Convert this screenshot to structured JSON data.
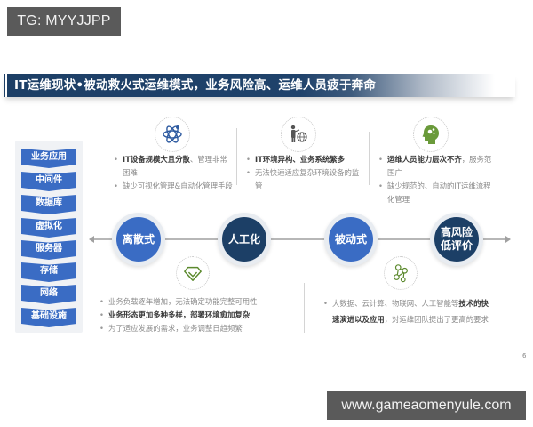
{
  "watermarks": {
    "top": "TG: MYYJJPP",
    "bottom": "www.gameaomenyule.com"
  },
  "slide": {
    "title": "IT运维现状•被动救火式运维模式，业务风险高、运维人员疲于奔命",
    "page_number": "6",
    "colors": {
      "title_bar": "#1d3f66",
      "light_blue": "#3a6cc4",
      "dark_blue": "#1c3f66",
      "icon_blue": "#2d5aa0",
      "icon_green": "#6a9a3a"
    },
    "stack": {
      "items": [
        "业务应用",
        "中间件",
        "数据库",
        "虚拟化",
        "服务器",
        "存储",
        "网络",
        "基础设施"
      ]
    },
    "timeline": {
      "nodes": [
        {
          "label": "离散式",
          "style": "light"
        },
        {
          "label": "人工化",
          "style": "dark"
        },
        {
          "label": "被动式",
          "style": "light"
        },
        {
          "label_line1": "高风险",
          "label_line2": "低评价",
          "style": "dark"
        }
      ]
    },
    "top_cards": [
      {
        "icon": "atom-icon",
        "bullets": [
          {
            "bold": "IT设备规模大且分散",
            "normal": "、管理非常困难"
          },
          {
            "bold": "",
            "normal": "缺少可视化管理&自动化管理手段"
          }
        ]
      },
      {
        "icon": "presenter-globe-icon",
        "bullets": [
          {
            "bold": "IT环境异构、业务系统繁多",
            "normal": ""
          },
          {
            "bold": "",
            "normal": "无法快速适应复杂环境设备的监管"
          }
        ]
      },
      {
        "icon": "head-brain-icon",
        "bullets": [
          {
            "bold": "运维人员能力层次不齐",
            "normal": "，服务范围广"
          },
          {
            "bold": "",
            "normal": "缺少规范的、自动的IT运维流程化管理"
          }
        ]
      }
    ],
    "bottom_cards": [
      {
        "icon": "diamond-icon",
        "bullets": [
          {
            "bold": "",
            "normal": "业务负载逐年增加，无法确定功能完整可用性"
          },
          {
            "bold": "业务形态更加多种多样，部署环境愈加复杂",
            "normal": ""
          },
          {
            "bold": "",
            "normal": "为了适应发展的需求，业务调整日趋频繁"
          }
        ]
      },
      {
        "icon": "molecule-network-icon",
        "bullets": [
          {
            "normal_pre": "大数据、云计算、物联网、人工智能等",
            "bold": "技术的快速演进以及应用",
            "normal": "，对运维团队提出了更高的要求"
          }
        ]
      }
    ]
  }
}
